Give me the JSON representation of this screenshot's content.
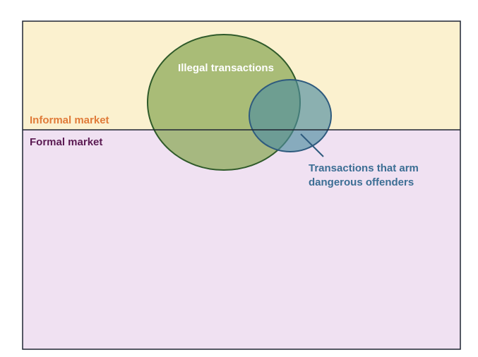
{
  "labels": {
    "informal_market": "Informal market",
    "formal_market": "Formal market",
    "illegal_transactions": "Illegal transactions",
    "arm_offenders_line1": "Transactions that arm",
    "arm_offenders_line2": "dangerous offenders"
  },
  "colors": {
    "informal_bg": "#fbf1cf",
    "formal_bg": "#f0e1f2",
    "frame_border": "#1f2533",
    "illegal_fill": "#8ea95a",
    "illegal_border": "#2f5a2a",
    "arm_fill": "#4f8ea0",
    "arm_border": "#2f5b7e",
    "informal_text": "#e07b39",
    "formal_text": "#5a1a52",
    "arm_text": "#3c6e94",
    "illegal_text": "#ffffff"
  }
}
